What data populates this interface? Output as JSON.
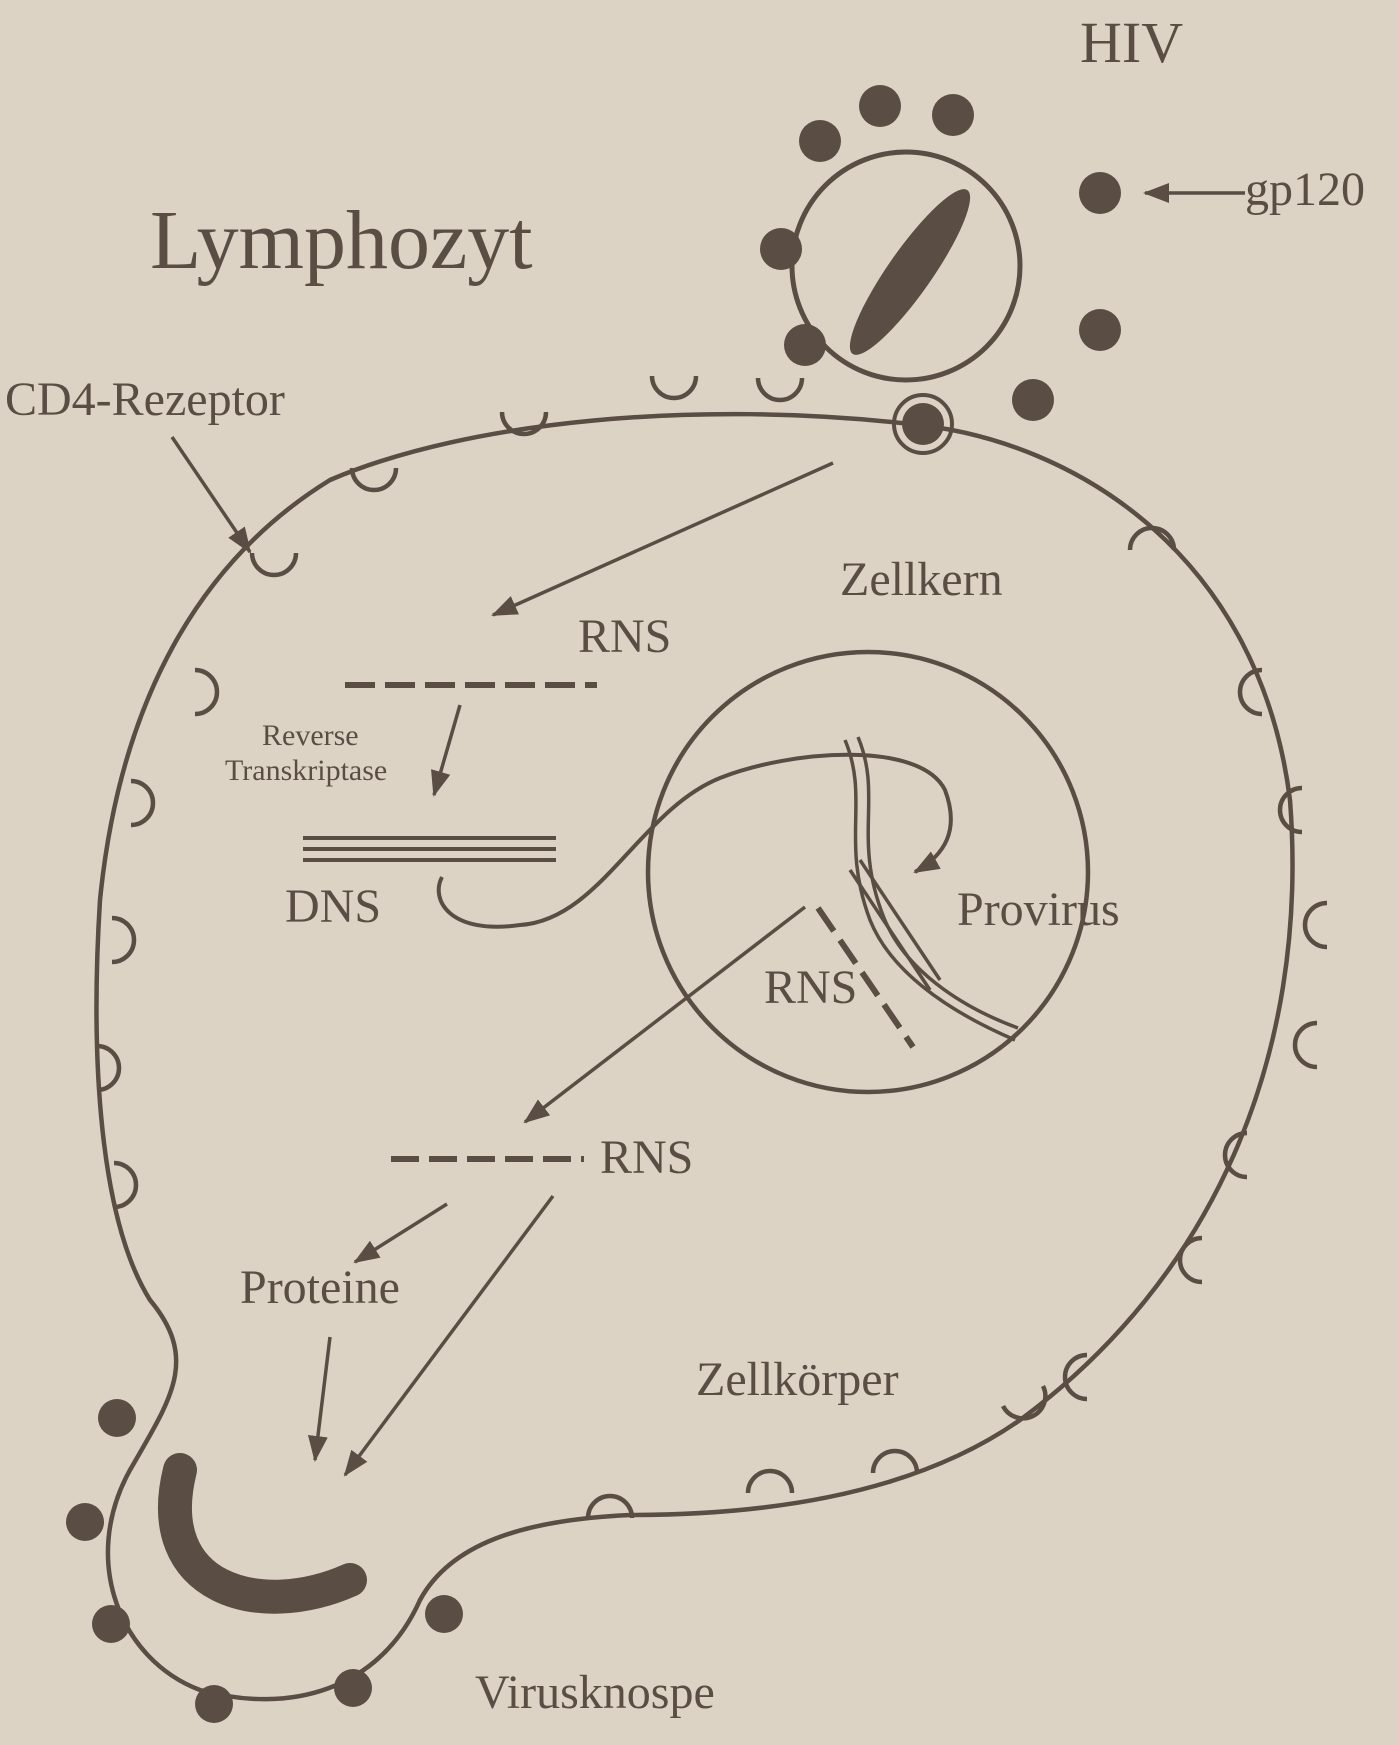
{
  "labels": {
    "hiv": "HIV",
    "gp120": "gp120",
    "lymphocyte": "Lymphozyt",
    "cd4_receptor": "CD4-Rezeptor",
    "nucleus": "Zellkern",
    "rns_top": "RNS",
    "reverse_transcriptase_1": "Reverse",
    "reverse_transcriptase_2": "Transkriptase",
    "dns": "DNS",
    "provirus": "Provirus",
    "rns_nucleus": "RNS",
    "rns_bottom": "RNS",
    "proteins": "Proteine",
    "cell_body": "Zellkörper",
    "virus_bud": "Virusknospe"
  },
  "colors": {
    "background": "#ddd3c4",
    "ink": "#5a4d44"
  }
}
